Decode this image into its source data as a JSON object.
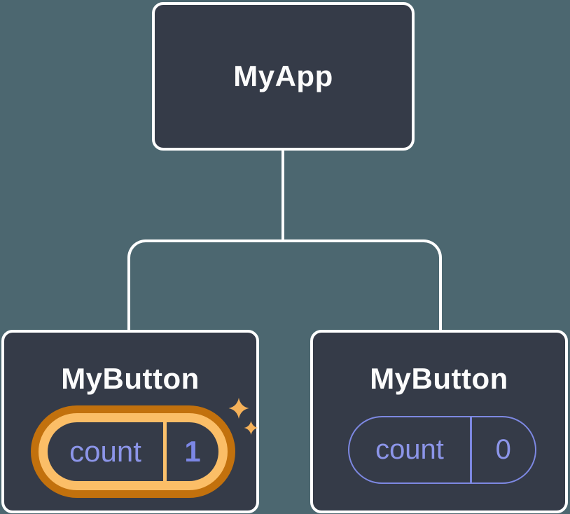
{
  "diagram": {
    "root": {
      "label": "MyApp"
    },
    "children": [
      {
        "label": "MyButton",
        "highlighted": true,
        "state": {
          "key": "count",
          "value": "1"
        }
      },
      {
        "label": "MyButton",
        "highlighted": false,
        "state": {
          "key": "count",
          "value": "0"
        }
      }
    ]
  },
  "icons": {
    "sparkles": "sparkles-icon"
  },
  "colors": {
    "background": "#4C6770",
    "node_bg": "#353B48",
    "line": "#FFFFFF",
    "title": "#FCFCFC",
    "purple": "#8C95E9",
    "purple_bold": "#7C87E5",
    "orange_outer": "#C2710D",
    "orange_inner": "#FBBE67",
    "orange_divider": "#FBC16C",
    "pill_purple": "#7D88E2",
    "sparkle": "#F5B159"
  }
}
